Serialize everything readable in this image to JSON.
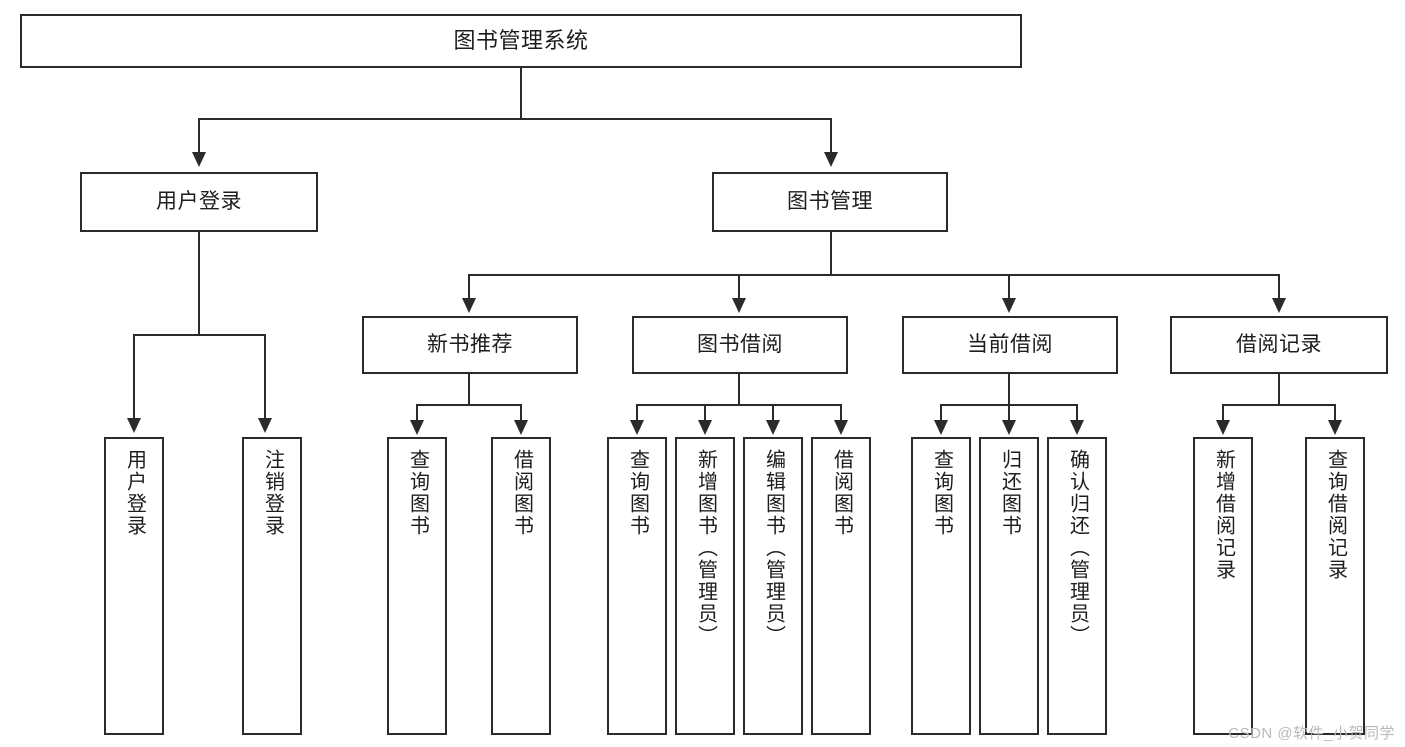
{
  "diagram": {
    "type": "tree",
    "title": "图书管理系统",
    "watermark": "CSDN @软件_小贺同学",
    "colors": {
      "background": "#ffffff",
      "box_border": "#2b2b2b",
      "box_fill": "#ffffff",
      "connector": "#2b2b2b",
      "text": "#1d1d1d",
      "watermark": "#b9b9b9"
    },
    "nodes": {
      "root": {
        "label": "图书管理系统"
      },
      "level2": [
        {
          "id": "user-login",
          "label": "用户登录"
        },
        {
          "id": "book-manage",
          "label": "图书管理"
        }
      ],
      "level3": [
        {
          "id": "new-book-recommend",
          "label": "新书推荐"
        },
        {
          "id": "book-borrow",
          "label": "图书借阅"
        },
        {
          "id": "current-borrow",
          "label": "当前借阅"
        },
        {
          "id": "borrow-record",
          "label": "借阅记录"
        }
      ],
      "leaves": {
        "user_login": [
          {
            "id": "leaf-user-login",
            "label": "用户登录"
          },
          {
            "id": "leaf-logout-login",
            "label": "注销登录"
          }
        ],
        "new_book_recommend": [
          {
            "id": "leaf-query-book-1",
            "label": "查询图书"
          },
          {
            "id": "leaf-borrow-book-1",
            "label": "借阅图书"
          }
        ],
        "book_borrow": [
          {
            "id": "leaf-query-book-2",
            "label": "查询图书"
          },
          {
            "id": "leaf-add-book",
            "label": "新增图书（管理员）"
          },
          {
            "id": "leaf-edit-book",
            "label": "编辑图书（管理员）"
          },
          {
            "id": "leaf-borrow-book-2",
            "label": "借阅图书"
          }
        ],
        "current_borrow": [
          {
            "id": "leaf-query-book-3",
            "label": "查询图书"
          },
          {
            "id": "leaf-return-book",
            "label": "归还图书"
          },
          {
            "id": "leaf-confirm-return",
            "label": "确认归还（管理员）"
          }
        ],
        "borrow_record": [
          {
            "id": "leaf-add-record",
            "label": "新增借阅记录"
          },
          {
            "id": "leaf-query-record",
            "label": "查询借阅记录"
          }
        ]
      }
    }
  }
}
